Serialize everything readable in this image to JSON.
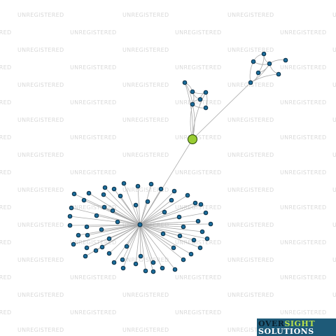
{
  "watermark": {
    "text": "UNREGISTERED"
  },
  "logo": {
    "word1a": "OVER",
    "word1b": "SIGHT",
    "word2": "SOLUTIONS"
  },
  "colors": {
    "hub": "#99cc33",
    "node": "#1a6b99",
    "edge": "#aaaaaa",
    "watermark": "#d9d9d9",
    "logo_bg": "#1e5a78"
  },
  "graph": {
    "type": "network",
    "central_node": "hub",
    "node_count": 78,
    "clusters": [
      {
        "name": "large-star",
        "leaf_count": 62
      },
      {
        "name": "upper-middle-cluster",
        "node_count": 6
      },
      {
        "name": "upper-right-cluster",
        "node_count": 7
      }
    ]
  }
}
